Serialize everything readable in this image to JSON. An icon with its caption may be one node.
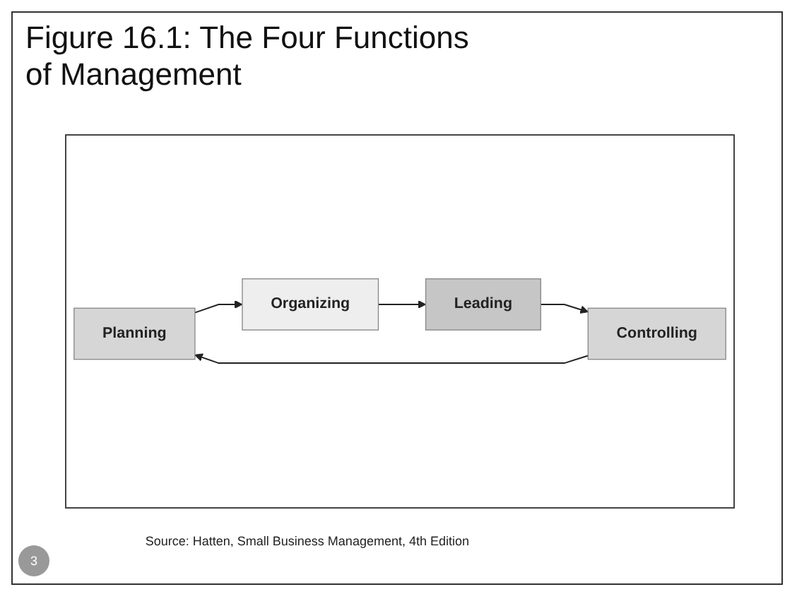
{
  "diagram": {
    "title": "Figure 16.1: The Four Functions of Management",
    "nodes": [
      {
        "text": [
          "Planning"
        ]
      },
      {
        "text": [
          "Controlling"
        ]
      },
      {
        "text": [
          "Organizing"
        ]
      },
      {
        "text": [
          "Leading"
        ]
      }
    ],
    "edges": [
      {
        "from": 0,
        "to": 2,
        "arrow": "to"
      },
      {
        "from": 2,
        "to": 3,
        "arrow": "to"
      },
      {
        "from": 3,
        "to": 1,
        "arrow": "to"
      },
      {
        "from": 1,
        "to": 0,
        "arrow": "to"
      }
    ],
    "labels": [
      "3",
      "Source: Hatten, Small Business Management, 4th Edition"
    ]
  }
}
